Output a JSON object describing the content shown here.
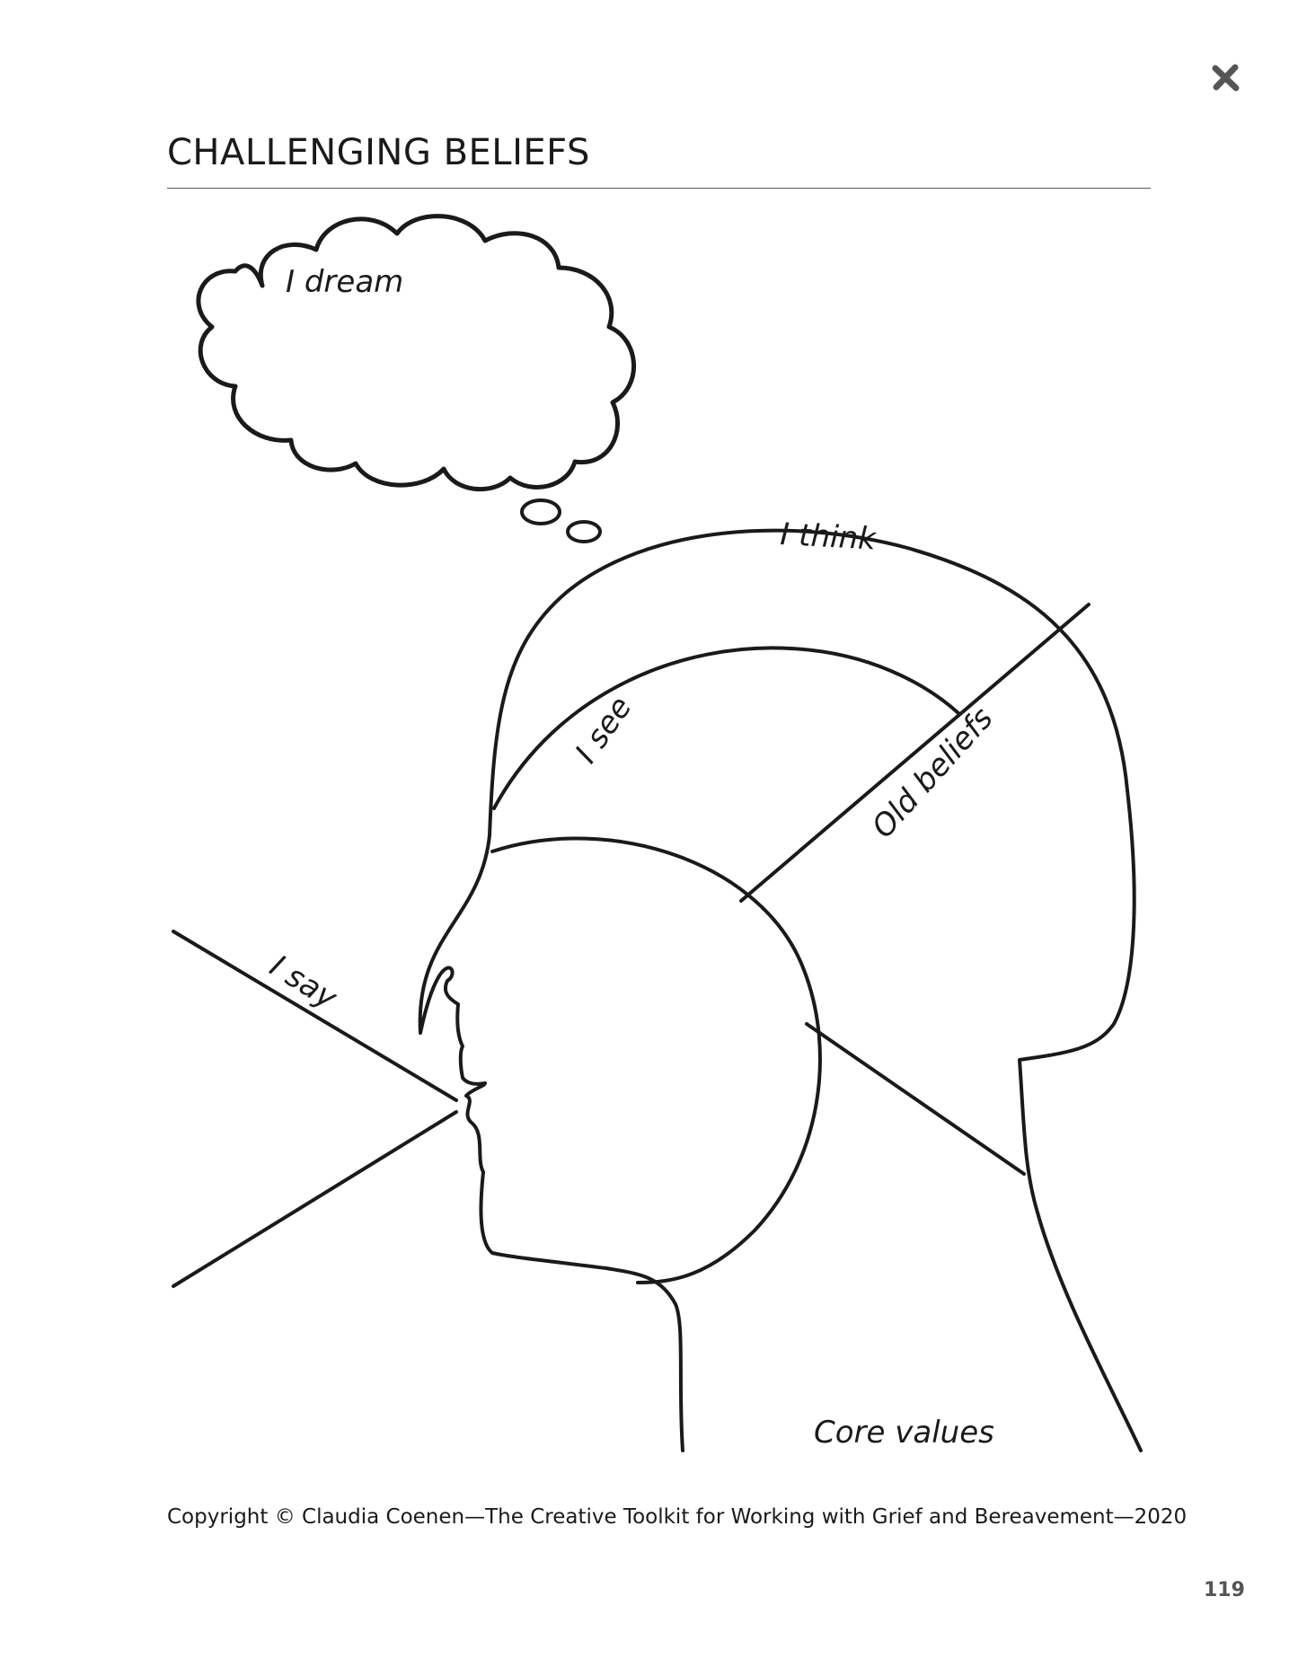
{
  "page": {
    "title": "CHALLENGING BELIEFS",
    "copyright": "Copyright © Claudia Coenen—The Creative Toolkit for Working with Grief and Bereavement—2020",
    "page_number": "119",
    "corner_icon": "x-mark-icon"
  },
  "diagram": {
    "labels": {
      "dream": "I dream",
      "think": "I think",
      "see": "I see",
      "old_beliefs": "Old beliefs",
      "say": "I say",
      "core_values": "Core values"
    }
  },
  "colors": {
    "ink": "#1a1a1a",
    "rule": "#555555",
    "page_number": "#555555"
  }
}
